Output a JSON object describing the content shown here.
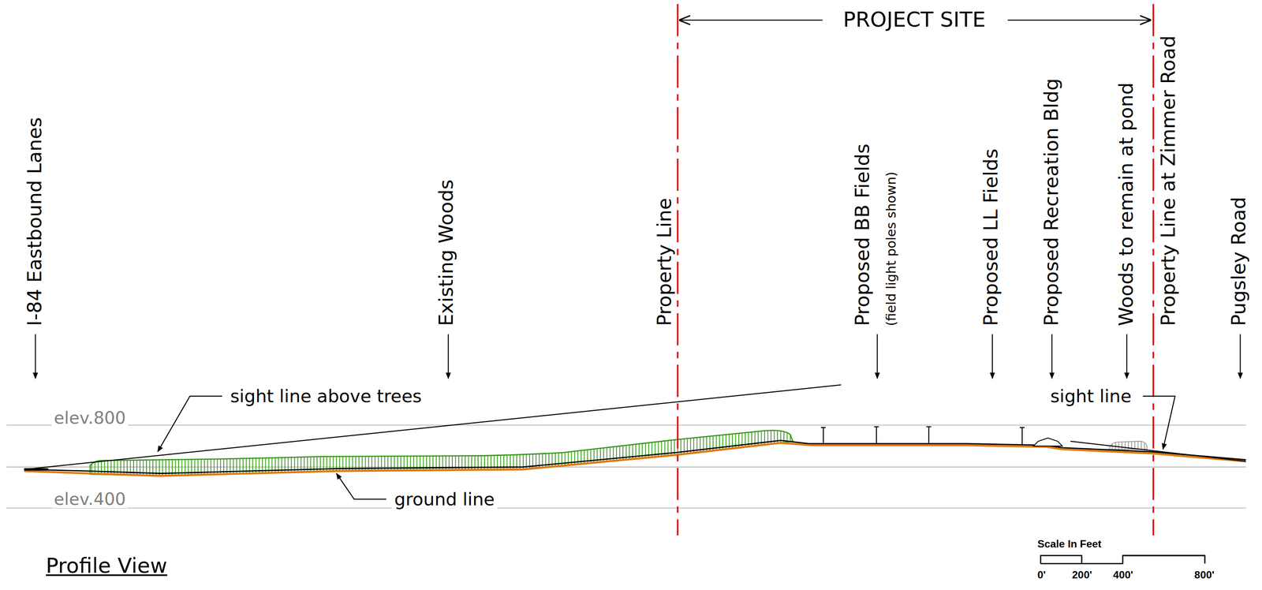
{
  "diagram": {
    "title": "Profile View",
    "labels": [
      "PROJECT SITE",
      "I-84 Eastbound Lanes",
      "Existing Woods",
      "Property Line",
      "Proposed BB Fields",
      "(field light poles shown)",
      "Proposed LL Fields",
      "Proposed Recreation Bldg",
      "Woods to remain at pond",
      "Property Line at Zimmer Road",
      "Pugsley Road",
      "sight line above trees",
      "ground line",
      "sight line",
      "elev.800",
      "elev.400",
      "Scale In Feet",
      "0'",
      "200'",
      "400'",
      "800'"
    ]
  }
}
